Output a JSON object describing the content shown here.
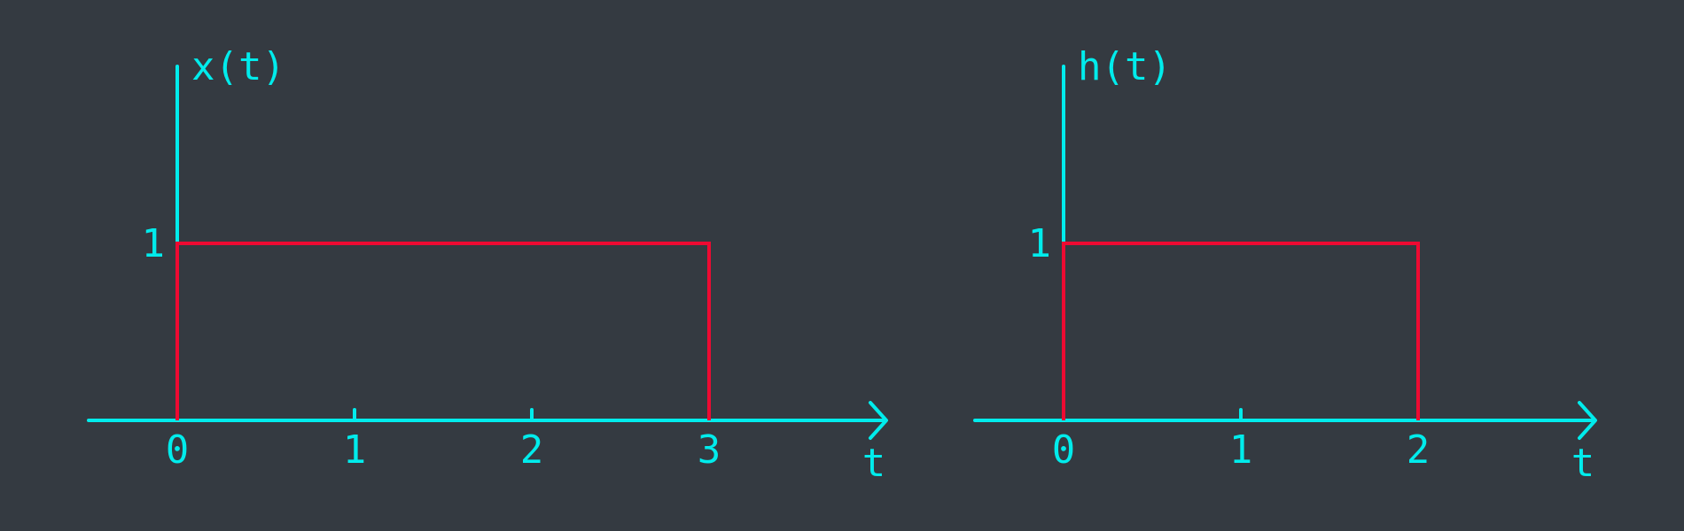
{
  "colors": {
    "background": "#343a41",
    "axis": "#00ecec",
    "signal": "#ee0a32"
  },
  "chart_data": [
    {
      "type": "line",
      "title": "",
      "ylabel": "x(t)",
      "xlabel": "t",
      "x_ticks": [
        "0",
        "1",
        "2",
        "3"
      ],
      "y_ticks": [
        "1"
      ],
      "xlim": [
        -0.5,
        4
      ],
      "ylim": [
        0,
        2
      ],
      "series": [
        {
          "x": [
            0,
            0,
            3,
            3
          ],
          "y": [
            0,
            1,
            1,
            0
          ]
        }
      ]
    },
    {
      "type": "line",
      "title": "",
      "ylabel": "h(t)",
      "xlabel": "t",
      "x_ticks": [
        "0",
        "1",
        "2"
      ],
      "y_ticks": [
        "1"
      ],
      "xlim": [
        -0.5,
        3
      ],
      "ylim": [
        0,
        2
      ],
      "series": [
        {
          "x": [
            0,
            0,
            2,
            2
          ],
          "y": [
            0,
            1,
            1,
            0
          ]
        }
      ]
    }
  ]
}
